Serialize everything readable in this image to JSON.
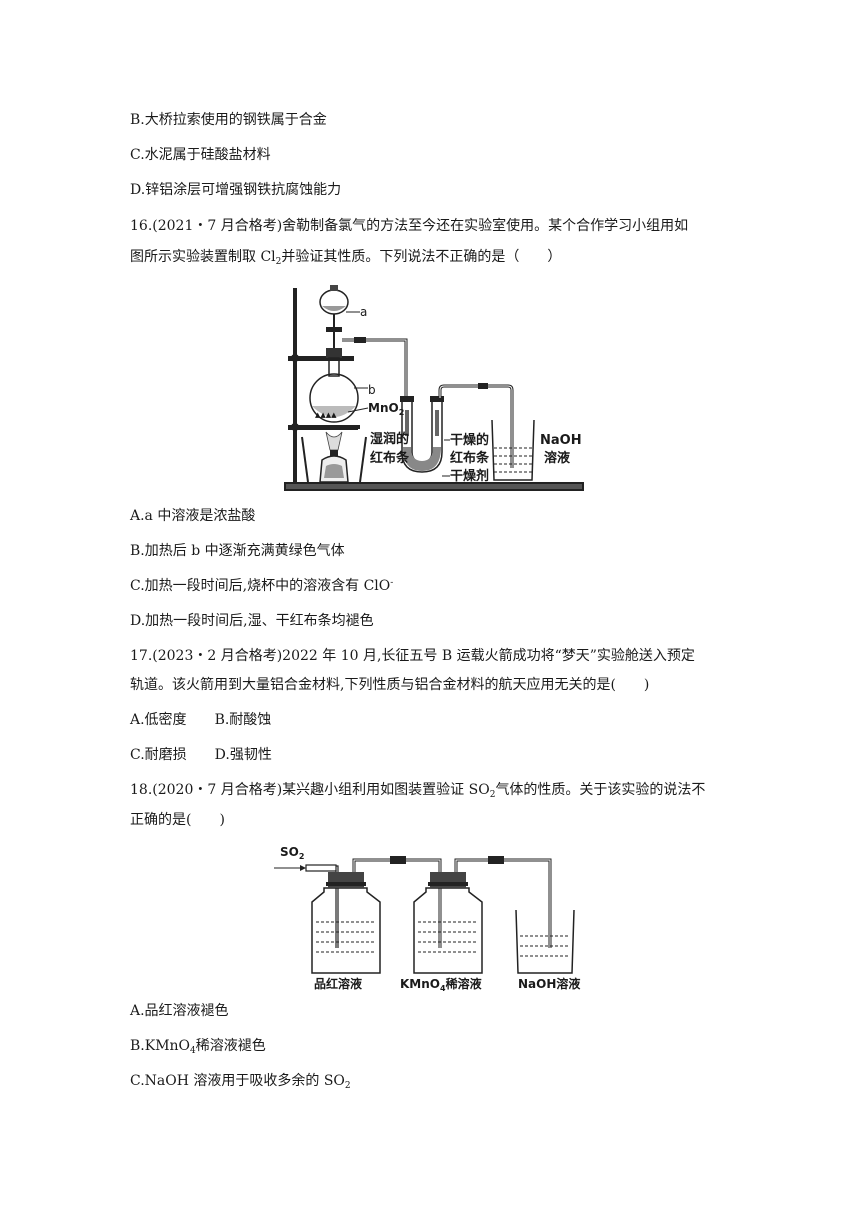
{
  "prev_options": {
    "b": "B.大桥拉索使用的钢铁属于合金",
    "c": "C.水泥属于硅酸盐材料",
    "d": "D.锌铝涂层可增强钢铁抗腐蚀能力"
  },
  "q16": {
    "line1": "16.(2021・7 月合格考)舍勒制备氯气的方法至今还在实验室使用。某个合作学习小组用如",
    "line2_a": "图所示实验装置制取 Cl",
    "line2_sub": "2",
    "line2_b": "并验证其性质。下列说法不正确的是（　　）",
    "figure": {
      "label_a": "a",
      "label_b": "b",
      "label_mno2": "MnO",
      "label_mno2_sub": "2",
      "label_wet_1": "湿润的",
      "label_wet_2": "红布条",
      "label_dry_1": "干燥的",
      "label_dry_2": "红布条",
      "label_desiccant": "干燥剂",
      "label_naoh_1": "NaOH",
      "label_naoh_2": "溶液"
    },
    "options": {
      "a": "A.a 中溶液是浓盐酸",
      "b": "B.加热后 b 中逐渐充满黄绿色气体",
      "c": "C.加热一段时间后,烧杯中的溶液含有 ClO",
      "c_sup": "-",
      "d": "D.加热一段时间后,湿、干红布条均褪色"
    }
  },
  "q17": {
    "line1": "17.(2023・2 月合格考)2022 年 10 月,长征五号 B 运载火箭成功将“梦天”实验舱送入预定",
    "line2": "轨道。该火箭用到大量铝合金材料,下列性质与铝合金材料的航天应用无关的是(　　)",
    "opt_a": "A.低密度",
    "opt_b": "B.耐酸蚀",
    "opt_c": "C.耐磨损",
    "opt_d": "D.强韧性"
  },
  "q18": {
    "line1_a": "18.(2020・7 月合格考)某兴趣小组利用如图装置验证 SO",
    "line1_sub": "2",
    "line1_b": "气体的性质。关于该实验的说法不",
    "line2": "正确的是(　　)",
    "figure": {
      "label_so2": "SO",
      "label_so2_sub": "2",
      "label_pinhong": "品红溶液",
      "label_kmno4": "KMnO",
      "label_kmno4_sub": "4",
      "label_kmno4_tail": "稀溶液",
      "label_naoh": "NaOH溶液"
    },
    "options": {
      "a": "A.品红溶液褪色",
      "b_a": "B.KMnO",
      "b_sub": "4",
      "b_b": "稀溶液褪色",
      "c_a": "C.NaOH 溶液用于吸收多余的 SO",
      "c_sub": "2"
    }
  }
}
